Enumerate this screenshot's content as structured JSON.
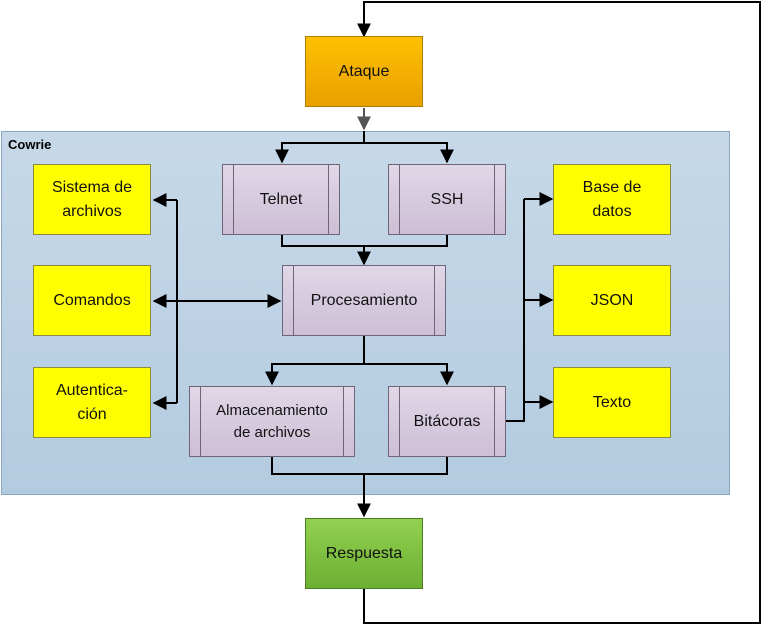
{
  "container_label": "Cowrie",
  "nodes": {
    "ataque": "Ataque",
    "telnet": "Telnet",
    "ssh": "SSH",
    "procesamiento": "Procesamiento",
    "almacenamiento_line1": "Almacenamiento",
    "almacenamiento_line2": "de archivos",
    "bitacoras": "Bitácoras",
    "sistema_line1": "Sistema de",
    "sistema_line2": "archivos",
    "comandos": "Comandos",
    "autenticacion_line1": "Autentica-",
    "autenticacion_line2": "ción",
    "base_line1": "Base de",
    "base_line2": "datos",
    "json": "JSON",
    "texto": "Texto",
    "respuesta": "Respuesta"
  }
}
